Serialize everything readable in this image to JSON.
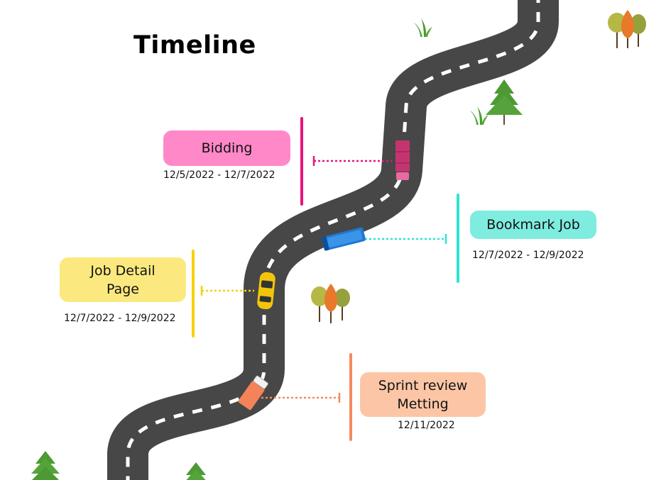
{
  "title": "Timeline",
  "colors": {
    "road": "#474747",
    "road_dash": "#ffffff",
    "pink": "#e8127f",
    "pink_box": "#ff88c8",
    "cyan": "#2ee3d3",
    "cyan_box": "#7eecdf",
    "yellow": "#f5d20b",
    "yellow_box": "#fbe97f",
    "orange": "#f48a5f",
    "orange_box": "#fcc6a6"
  },
  "milestones": [
    {
      "label": "Bidding",
      "dates": "12/5/2022 - 12/7/2022",
      "vehicle": "pink-truck-icon"
    },
    {
      "label": "Bookmark Job",
      "dates": "12/7/2022 - 12/9/2022",
      "vehicle": "blue-bus-icon"
    },
    {
      "label_line1": "Job Detail",
      "label_line2": "Page",
      "dates": "12/7/2022 - 12/9/2022",
      "vehicle": "yellow-car-icon"
    },
    {
      "label_line1": "Sprint review",
      "label_line2": "Metting",
      "dates": "12/11/2022",
      "vehicle": "orange-truck-icon"
    }
  ],
  "decorations": [
    "autumn-trees-icon",
    "pine-tree-icon",
    "grass-icon"
  ]
}
